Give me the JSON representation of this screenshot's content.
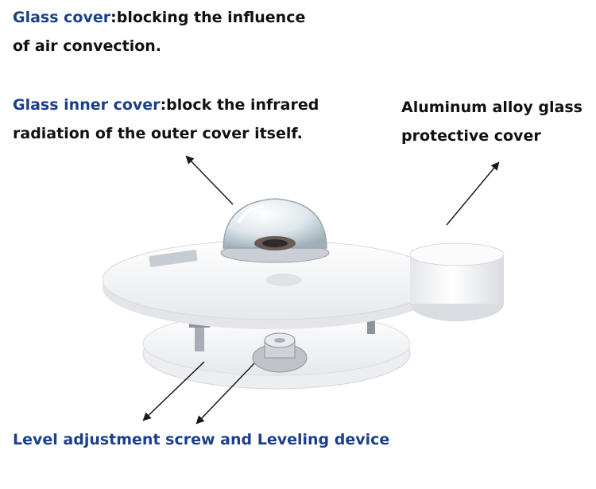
{
  "labels": {
    "glass_cover": {
      "title": "Glass cover",
      "line1_rest": ":blocking the influence",
      "line2": "of air convection."
    },
    "inner_cover": {
      "title": "Glass inner cover",
      "line1_rest": ":block the infrared",
      "line2": "radiation of the outer cover itself."
    },
    "aluminum_cover": {
      "line1": "Aluminum alloy glass",
      "line2": "protective cover"
    },
    "level": {
      "text": "Level adjustment screw and Leveling device"
    }
  },
  "colors": {
    "highlight_text": "#1a3f8c",
    "body_text": "#111111",
    "device_body": "#f4f5f7",
    "arrow": "#1a1a1a"
  }
}
